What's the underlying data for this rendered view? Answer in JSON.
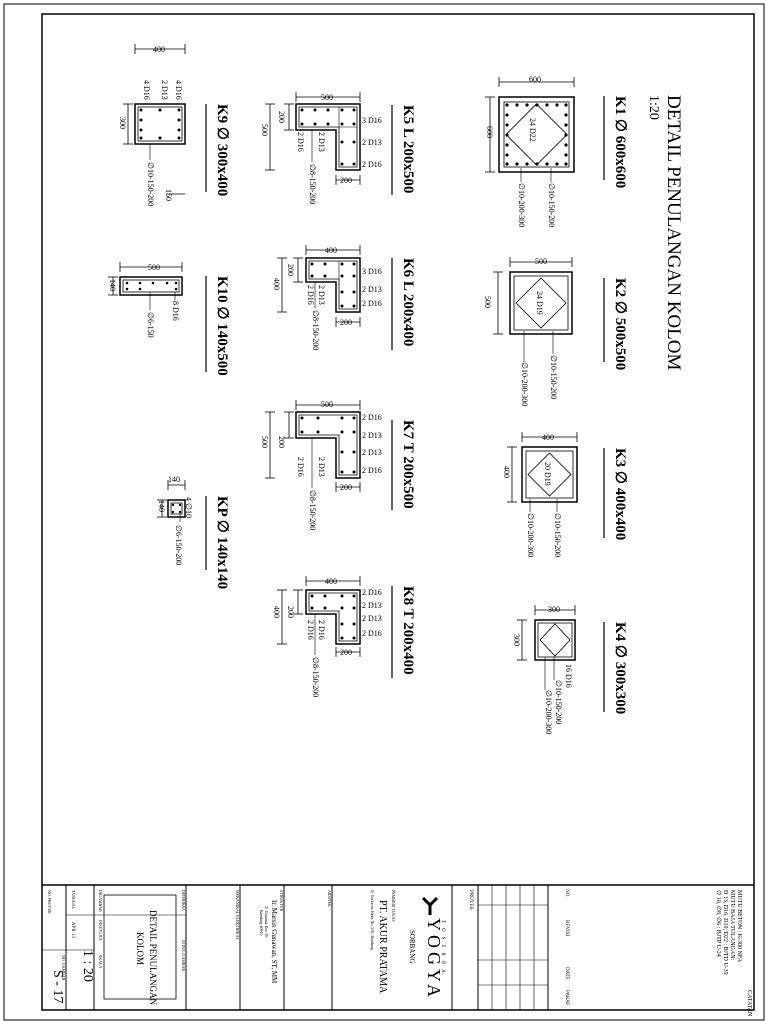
{
  "drawing": {
    "title": "DETAIL PENULANGAN KOLOM",
    "scale": "1:20"
  },
  "columns": [
    {
      "id": "k1",
      "label": "K1 ∅ 600x600",
      "width_label": "600",
      "height_label": "600",
      "inner_label": "24 D22",
      "stirrup_1": "∅10-150-200",
      "stirrup_2": "∅10-200-300"
    },
    {
      "id": "k2",
      "label": "K2 ∅ 500x500",
      "width_label": "500",
      "height_label": "500",
      "inner_label": "24 D19",
      "stirrup_1": "∅10-150-200",
      "stirrup_2": "∅10-200-300"
    },
    {
      "id": "k3",
      "label": "K3 ∅ 400x400",
      "width_label": "400",
      "height_label": "400",
      "inner_label": "20 D19",
      "stirrup_1": "∅10-150-200",
      "stirrup_2": "∅10-200-300"
    },
    {
      "id": "k4",
      "label": "K4 ∅ 300x300",
      "width_label": "300",
      "height_label": "300",
      "inner_label": "16 D16",
      "stirrup_1": "∅10-150-200",
      "stirrup_2": "∅10-200-300"
    },
    {
      "id": "k5",
      "label": "K5 L 200x500",
      "top_dim": "500",
      "side_dim_a": "200",
      "side_dim_b": "500",
      "bottom_dim": "200",
      "bars": [
        "3 D16",
        "2 D13",
        "2 D16"
      ],
      "inner_1": "2 D13",
      "inner_2": "2 D16",
      "stirrup": "∅8-150-200"
    },
    {
      "id": "k6",
      "label": "K6 L 200x400",
      "top_dim": "400",
      "side_dim_a": "200",
      "side_dim_b": "400",
      "bottom_dim": "200",
      "bars": [
        "3 D16",
        "2 D13",
        "2 D16"
      ],
      "inner_1": "2 D13",
      "inner_2": "2 D16",
      "stirrup": "∅8-150-200"
    },
    {
      "id": "k7",
      "label": "K7 T 200x500",
      "top_dim": "500",
      "side_dim_a": "200",
      "side_dim_b": "500",
      "bottom_dim": "200",
      "bars": [
        "2 D16",
        "2 D13",
        "2 D13",
        "2 D16"
      ],
      "inner_1": "2 D13",
      "inner_2": "2 D16",
      "stirrup": "∅8-150-200"
    },
    {
      "id": "k8",
      "label": "K8 T 200x400",
      "top_dim": "400",
      "side_dim_a": "200",
      "side_dim_b": "400",
      "bottom_dim": "200",
      "bars": [
        "2 D16",
        "2 D13",
        "2 D13",
        "2 D16"
      ],
      "inner_1": "2 D16",
      "inner_2": "2 D16",
      "stirrup": "∅8-150-200"
    },
    {
      "id": "k9",
      "label": "K9 ∅ 300x400",
      "top_dim": "400",
      "side_dim": "300",
      "small_dim": "150",
      "bars": [
        "4 D16",
        "2 D13",
        "4 D16"
      ],
      "stirrup": "∅10-150-200"
    },
    {
      "id": "k10",
      "label": "K10 ∅ 140x500",
      "top_dim": "500",
      "side_dim": "140",
      "bars": "8 D16",
      "stirrup": "∅6-150"
    },
    {
      "id": "kp",
      "label": "KP ∅ 140x140",
      "top_dim": "140",
      "side_dim": "140",
      "bars": "4 ∅10",
      "stirrup": "∅6-150-200"
    }
  ],
  "title_block": {
    "notes_header": "CATATAN",
    "notes": [
      "MUTU BETON : K-300 NFA",
      "MUTU BAJA TULANGAN:",
      "D 13, D16, D19, D22    : BJTD U-39",
      "∅ 10, ∅8, ∅6    : BJTP U-24"
    ],
    "rev_cols": [
      "NO.",
      "REVISI",
      "DATE",
      "PARAF"
    ],
    "project_label": "PROYEK",
    "logo_text": "YOGYA",
    "logo_sub": "TOSERBA",
    "project_location": "SORBANG",
    "contractor_label": "PEMBERI TUGAS",
    "contractor": "PT. AKUR PRATAMA",
    "contractor_address": "Jl. Soekarno Hatta No. 236, Bandung",
    "architect_label": "ARSITEK",
    "engineer_label": "STRUKTUR",
    "engineer": "Ir. Marsin Gunawan, ST, MM",
    "engineer_addr1": "Jl. Cinunuk Km. 85",
    "engineer_addr2": "Bandung 40615",
    "mep_label": "MEKANIKAL ELEKTRIKAL",
    "checked_label": "DIPERIKSA",
    "drawing_label": "JUDUL GAMBAR",
    "drawing_title_1": "DETAIL PENULANGAN",
    "drawing_title_2": "KOLOM",
    "drawn_label": "DIGAMBAR",
    "approved_label": "DISETUJUI",
    "scale_label": "SKALA",
    "scale_value": "1 : 20",
    "date_label": "TANGGAL",
    "date_value": "APR 13",
    "sheet_label": "NO. GAMBAR",
    "sheet_no": "S - 17",
    "proj_no_label": "NO. PROYEK"
  }
}
